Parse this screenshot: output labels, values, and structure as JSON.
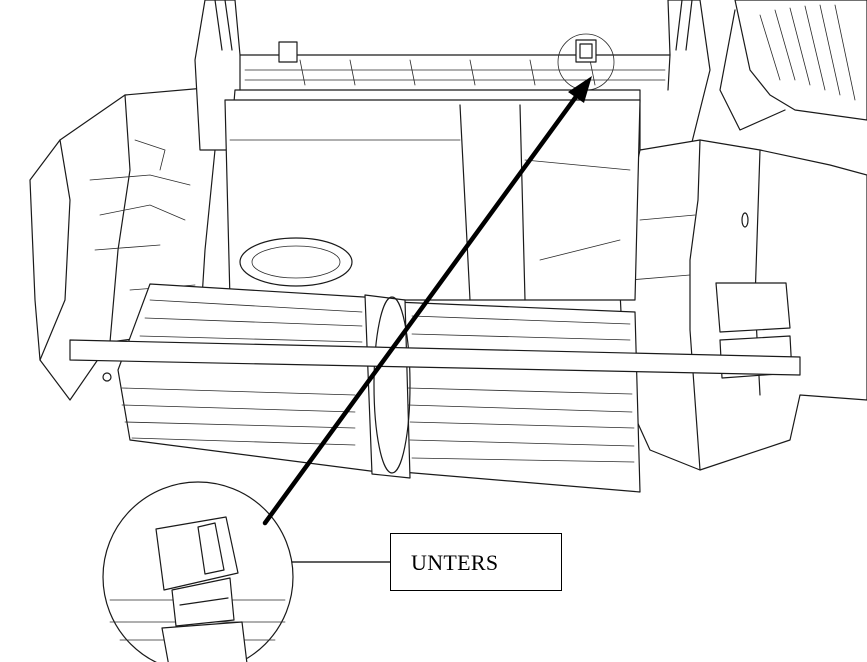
{
  "figure": {
    "callout_label": "UNTERS",
    "colors": {
      "line": "#1a1a1a",
      "arrow": "#000000",
      "background": "#ffffff"
    },
    "parts": [
      "printer-body",
      "lid-hinge-tab",
      "media-roll",
      "detail-magnifier",
      "pointer-arrow",
      "leader-line",
      "callout-box"
    ]
  }
}
